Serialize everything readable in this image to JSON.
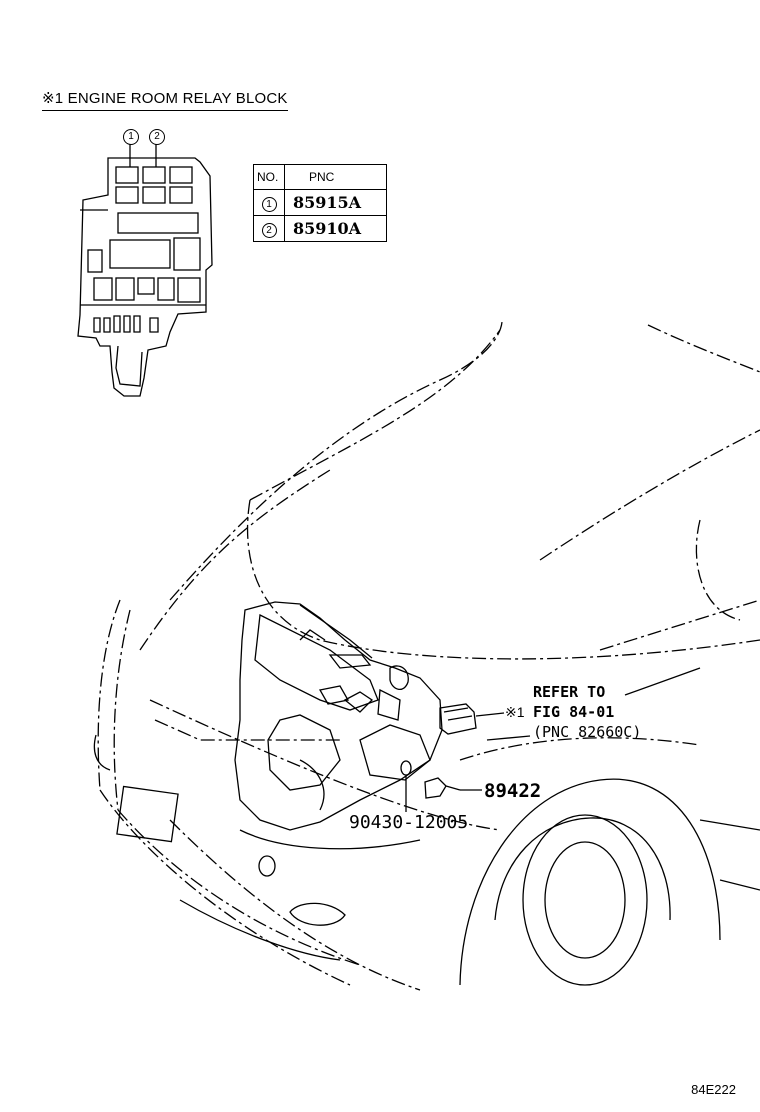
{
  "heading": "※1 ENGINE ROOM RELAY BLOCK",
  "table": {
    "col_no": "NO.",
    "col_pnc": "PNC",
    "rows": [
      {
        "no": "1",
        "pnc": "85915A"
      },
      {
        "no": "2",
        "pnc": "85910A"
      }
    ]
  },
  "callouts": {
    "relay_1": "1",
    "relay_2": "2"
  },
  "refer": {
    "line1": "REFER TO",
    "line2": "FIG 84-01",
    "line3": "(PNC 82660C)"
  },
  "relay_block_mark": "※1",
  "parts": {
    "sensor": "89422",
    "gasket": "90430-12005"
  },
  "diagram_code": "84E222"
}
